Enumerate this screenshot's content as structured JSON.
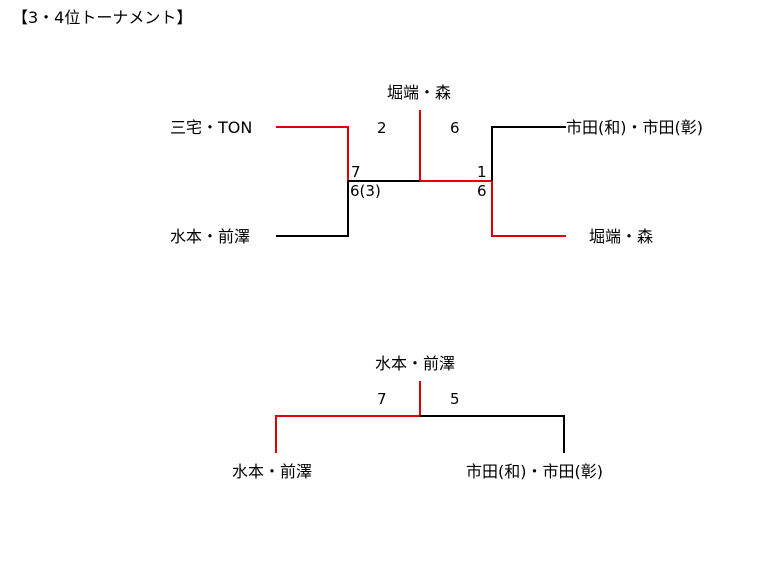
{
  "title": "【3・4位トーナメント】",
  "colors": {
    "winner_line": "#e00000",
    "loser_line": "#000000",
    "text": "#000000"
  },
  "top_bracket": {
    "champion": "堀端・森",
    "left_top": "三宅・TON",
    "left_bottom": "水本・前澤",
    "right_top": "市田(和)・市田(彰)",
    "right_bottom": "堀端・森",
    "final_left_score": "2",
    "final_right_score": "6",
    "left_semi_top_score": "7",
    "left_semi_bottom_score": "6(3)",
    "right_semi_top_score": "1",
    "right_semi_bottom_score": "6"
  },
  "bottom_bracket": {
    "champion": "水本・前澤",
    "left": "水本・前澤",
    "right": "市田(和)・市田(彰)",
    "left_score": "7",
    "right_score": "5"
  }
}
